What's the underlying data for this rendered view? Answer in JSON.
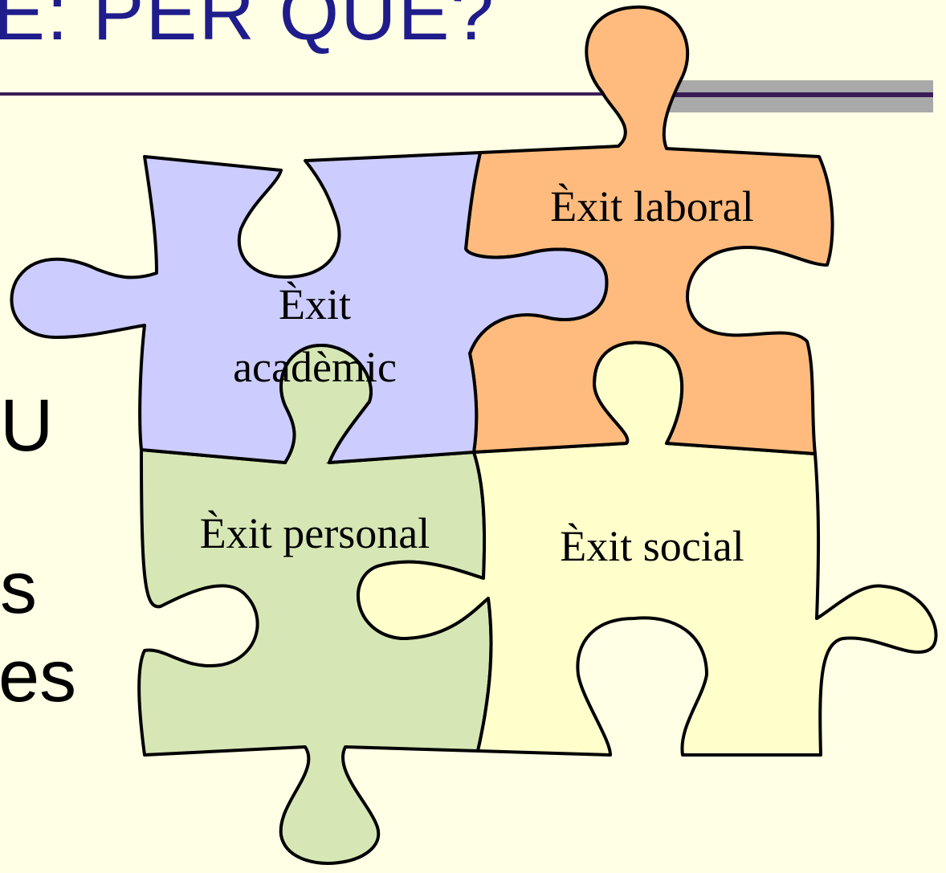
{
  "slide": {
    "title": "E: PER QUÈ?",
    "left_fragments": [
      "U",
      "s",
      "es"
    ]
  },
  "puzzle": {
    "pieces": [
      {
        "id": "academic",
        "label_lines": [
          "Èxit",
          "acadèmic"
        ],
        "color": "#CCCCFF"
      },
      {
        "id": "laboral",
        "label_lines": [
          "Èxit laboral"
        ],
        "color": "#FFBB7D"
      },
      {
        "id": "personal",
        "label_lines": [
          "Èxit personal"
        ],
        "color": "#D6E7B5"
      },
      {
        "id": "social",
        "label_lines": [
          "Èxit social"
        ],
        "color": "#FFFFCC"
      }
    ],
    "outline_color": "#000000"
  }
}
